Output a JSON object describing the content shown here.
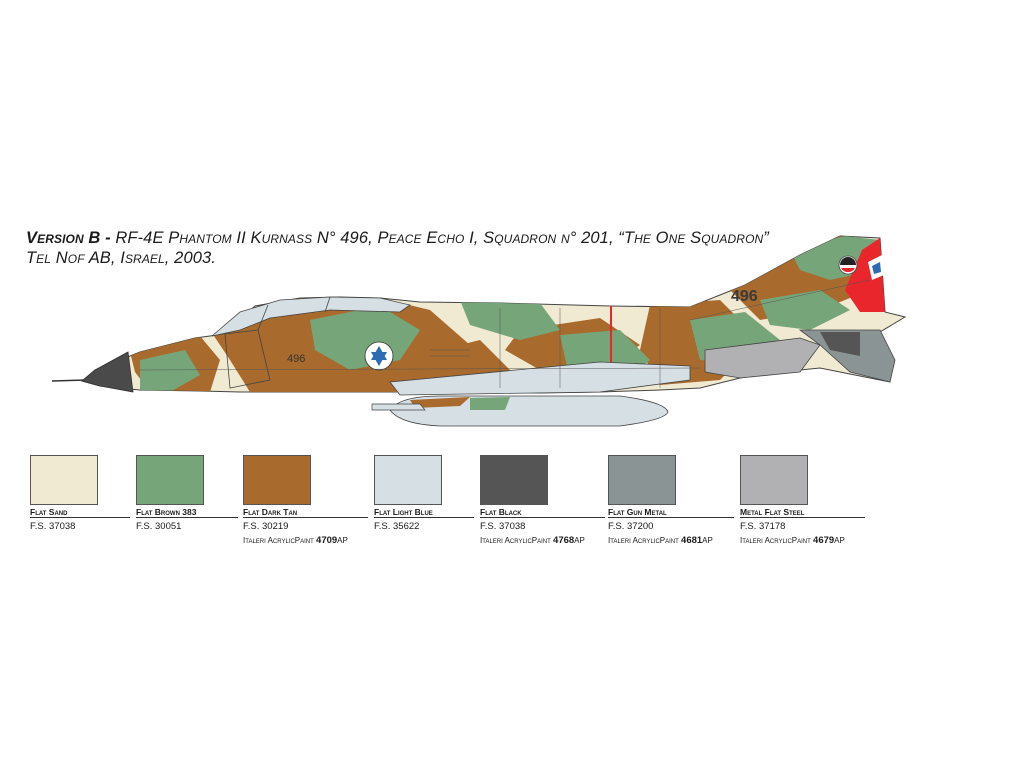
{
  "title": {
    "version_label": "Version B -",
    "line1_main": " RF-4E Phantom II Kurnass N° 496, Peace Echo I, Squadron n° 201, “The One Squadron”",
    "line2": "Tel Nof AB, Israel, 2003."
  },
  "aircraft": {
    "nose_number": "496",
    "tail_number": "496"
  },
  "swatches": [
    {
      "name": "Flat Sand",
      "fs": "F.S. 37038",
      "ap_prefix": "",
      "ap_code": "",
      "ap_suffix": "",
      "color": "#f0ead2"
    },
    {
      "name": "Flat Brown 383",
      "fs": "F.S. 30051",
      "ap_prefix": "",
      "ap_code": "",
      "ap_suffix": "",
      "color": "#77a57a"
    },
    {
      "name": "Flat Dark Tan",
      "fs": "F.S. 30219",
      "ap_prefix": "Italeri AcrylicPaint ",
      "ap_code": "4709",
      "ap_suffix": "AP",
      "color": "#a96a2d"
    },
    {
      "name": "Flat Light Blue",
      "fs": "F.S. 35622",
      "ap_prefix": "",
      "ap_code": "",
      "ap_suffix": "",
      "color": "#d6dfe4"
    },
    {
      "name": "Flat Black",
      "fs": "F.S. 37038",
      "ap_prefix": "Italeri AcrylicPaint ",
      "ap_code": "4768",
      "ap_suffix": "AP",
      "color": "#555555"
    },
    {
      "name": "Flat Gun Metal",
      "fs": "F.S. 37200",
      "ap_prefix": "Italeri AcrylicPaint ",
      "ap_code": "4681",
      "ap_suffix": "AP",
      "color": "#8a9494"
    },
    {
      "name": "Metal Flat Steel",
      "fs": "F.S. 37178",
      "ap_prefix": "Italeri AcrylicPaint ",
      "ap_code": "4679",
      "ap_suffix": "AP",
      "color": "#b1b1b4"
    }
  ]
}
